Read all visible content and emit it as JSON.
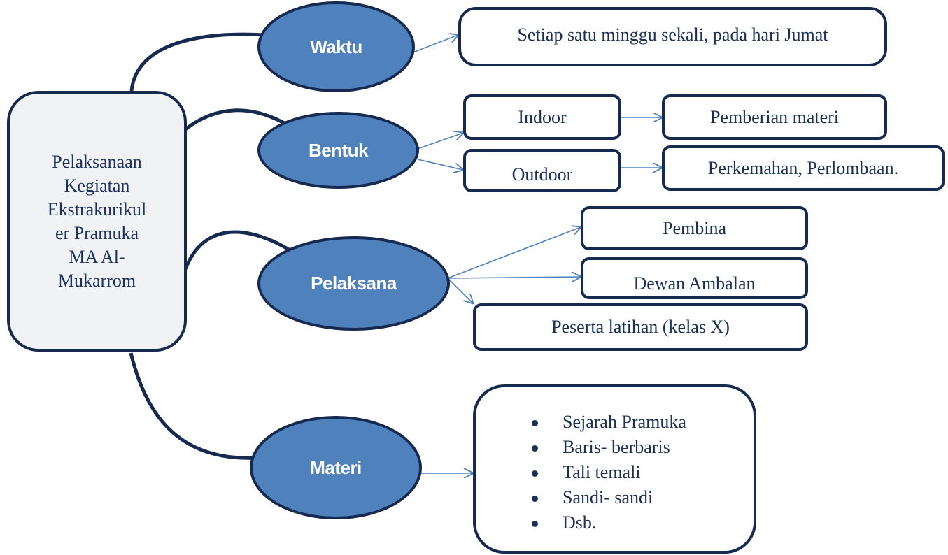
{
  "root": {
    "lines": [
      "Pelaksanaan",
      "Kegiatan",
      "Ekstrakurikul",
      "er Pramuka",
      "MA Al-",
      "Mukarrom"
    ]
  },
  "branches": {
    "waktu": "Waktu",
    "bentuk": "Bentuk",
    "pelaksana": "Pelaksana",
    "materi": "Materi"
  },
  "waktu_detail": "Setiap satu minggu sekali, pada hari Jumat",
  "bentuk_detail": {
    "indoor": "Indoor",
    "indoor_desc": "Pemberian materi",
    "outdoor": "Outdoor",
    "outdoor_desc": "Perkemahan, Perlombaan."
  },
  "pelaksana_detail": {
    "pembina": "Pembina",
    "dewan": "Dewan Ambalan",
    "peserta": "Peserta latihan (kelas X)"
  },
  "materi_items": [
    "Sejarah Pramuka",
    "Baris- berbaris",
    "Tali temali",
    "Sandi- sandi",
    "Dsb."
  ],
  "colors": {
    "oval_fill": "#4f81bd",
    "border": "#16294f",
    "arrow": "#4f81bd",
    "root_fill": "#f1f2f4",
    "text": "#1a2f55"
  }
}
